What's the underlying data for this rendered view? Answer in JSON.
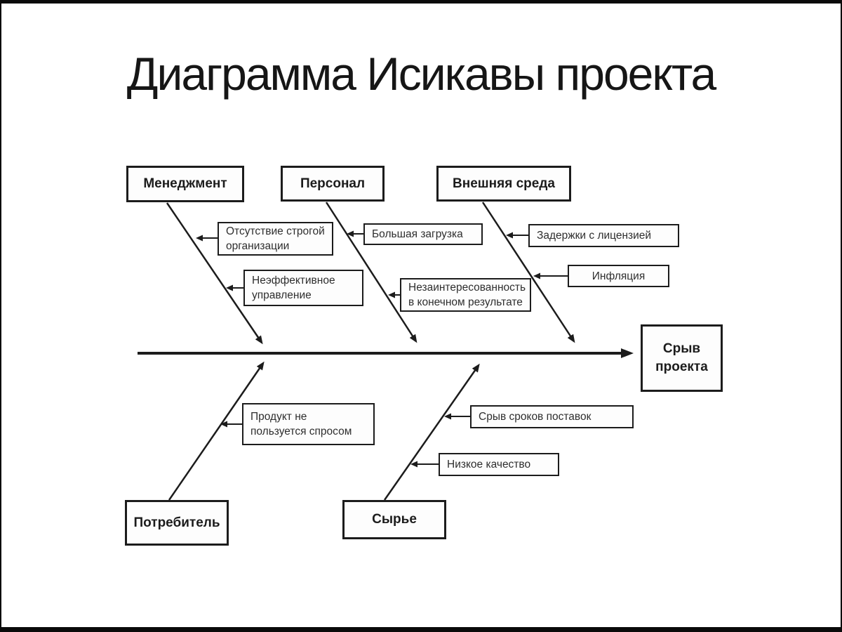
{
  "title": "Диаграмма Исикавы проекта",
  "colors": {
    "background": "#ffffff",
    "frame": "#000000",
    "ink": "#1c1c1c",
    "cause_text": "#2e2e2e"
  },
  "diagram": {
    "type": "fishbone",
    "effect": {
      "label": "Срыв\nпроекта"
    },
    "categories": [
      {
        "label": "Менеджмент",
        "side": "top",
        "causes": [
          {
            "label": "Отсутствие строгой\nорганизации"
          },
          {
            "label": "Неэффективное\nуправление"
          }
        ]
      },
      {
        "label": "Персонал",
        "side": "top",
        "causes": [
          {
            "label": "Большая загрузка"
          },
          {
            "label": "Незаинтересованность\nв конечном результате"
          }
        ]
      },
      {
        "label": "Внешняя среда",
        "side": "top",
        "causes": [
          {
            "label": "Задержки с лицензией"
          },
          {
            "label": "Инфляция"
          }
        ]
      },
      {
        "label": "Потребитель",
        "side": "bottom",
        "causes": [
          {
            "label": "Продукт не\nпользуется спросом"
          }
        ]
      },
      {
        "label": "Сырье",
        "side": "bottom",
        "causes": [
          {
            "label": "Срыв сроков поставок"
          },
          {
            "label": "Низкое качество"
          }
        ]
      }
    ]
  }
}
